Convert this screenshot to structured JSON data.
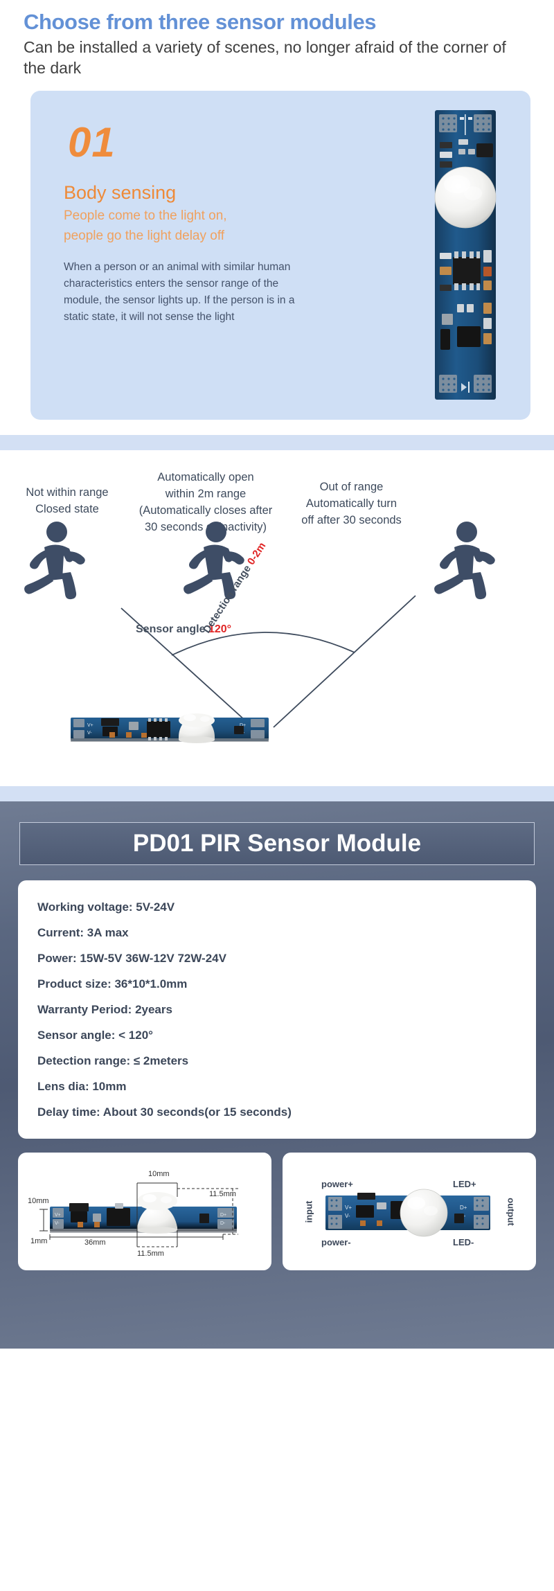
{
  "header": {
    "title": "Choose from three sensor modules",
    "subtitle": "Can be installed a variety of scenes, no longer afraid of the corner of the dark"
  },
  "card01": {
    "number": "01",
    "heading": "Body sensing",
    "subheading_line1": "People come to the light on,",
    "subheading_line2": "people go the light delay off",
    "paragraph": "When a person or an animal with similar human characteristics enters the sensor range of the module, the sensor lights up. If the person is in a static state, it will not sense the light",
    "image_alt": "pir-module-vertical"
  },
  "diagram": {
    "captions": [
      "Not within range\nClosed state",
      "Automatically open\nwithin 2m range\n(Automatically closes after\n30 seconds of inactivity)",
      "Out of range\nAutomatically turn\noff after 30 seconds"
    ],
    "sensor_angle_label": "Sensor angle",
    "sensor_angle_value": "120°",
    "detection_range_label": "Detection range",
    "detection_range_value": "0-2m"
  },
  "specs": {
    "banner_title": "PD01 PIR Sensor Module",
    "items": [
      "Working voltage: 5V-24V",
      "Current: 3A max",
      "Power: 15W-5V 36W-12V 72W-24V",
      "Product size: 36*10*1.0mm",
      "Warranty Period: 2years",
      "Sensor angle:  < 120°",
      "Detection range: ≤ 2meters",
      "Lens dia: 10mm",
      "Delay time: About 30 seconds(or 15 seconds)"
    ]
  },
  "dimension_card": {
    "top": "10mm",
    "right": "11.5mm",
    "left": "10mm",
    "thickness": "1mm",
    "length": "36mm",
    "bottom": "11.5mm"
  },
  "pinout_card": {
    "power_plus": "power+",
    "power_minus": "power-",
    "led_plus": "LED+",
    "led_minus": "LED-",
    "input": "input",
    "output": "output"
  },
  "colors": {
    "title_blue": "#6391d6",
    "accent_orange": "#ee8a38",
    "accent_orange_light": "#f0a15e",
    "underline_orange": "#fbd9b5",
    "card_bg_blue": "#cfdff5",
    "slate": "#3d4a5c",
    "red": "#e02424",
    "dark_panel": "#5a6780",
    "pcb_blue": "#1d4f7c"
  }
}
